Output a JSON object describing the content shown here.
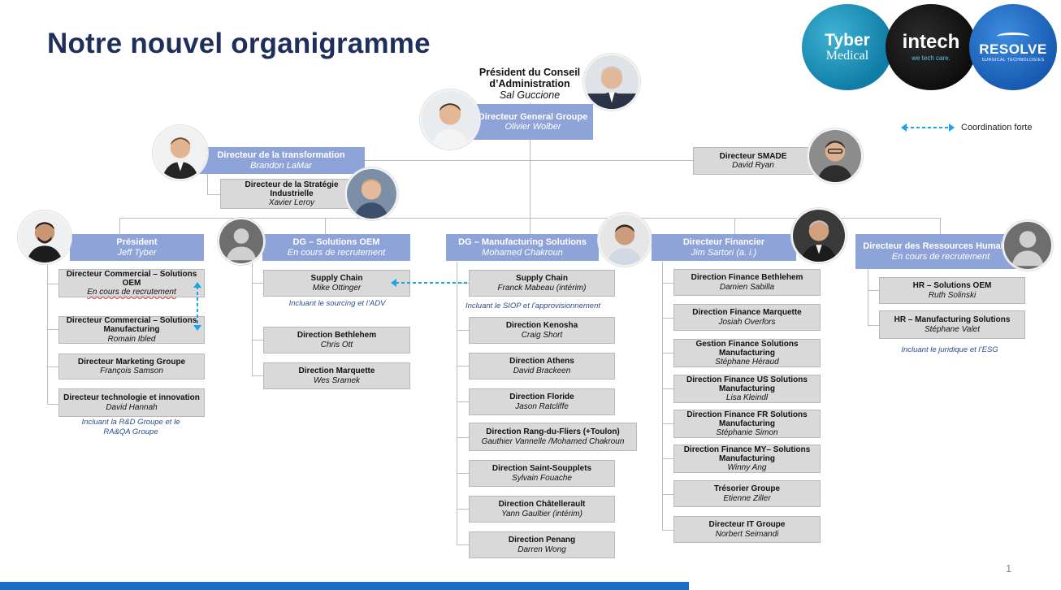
{
  "title": "Notre nouvel organigramme",
  "logos": {
    "tyber": {
      "line1": "Tyber",
      "line2": "Medical",
      "color": "#0f7da6"
    },
    "intech": {
      "main": "intech",
      "tag": "we tech care.",
      "color": "#1c1c1c"
    },
    "resolve": {
      "main": "RESOLVE",
      "tag": "SURGICAL TECHNOLOGIES",
      "color": "#1d5fb3"
    }
  },
  "legend": {
    "label": "Coordination forte"
  },
  "top": {
    "chairman": {
      "role": "Président du Conseil d’Administration",
      "name": "Sal Guccione"
    },
    "ceo": {
      "role": "Directeur General Groupe",
      "name": "Olivier Wolber"
    },
    "transformation": {
      "role": "Directeur de la transformation",
      "name": "Brandon LaMar"
    },
    "strategy": {
      "role": "Directeur de la Stratégie Industrielle",
      "name": "Xavier Leroy"
    },
    "smade": {
      "role": "Directeur SMADE",
      "name": "David Ryan"
    }
  },
  "columns": {
    "president": {
      "head": {
        "role": "Président",
        "name": "Jeff Tyber"
      },
      "items": [
        {
          "role": "Directeur Commercial – Solutions OEM",
          "name": "En cours de recrutement"
        },
        {
          "role": "Directeur Commercial – Solutions Manufacturing",
          "name": "Romain Ibled"
        },
        {
          "role": "Directeur Marketing Groupe",
          "name": "François Samson"
        },
        {
          "role": "Directeur technologie et innovation",
          "name": "David Hannah"
        }
      ],
      "note": "Incluant la  R&D Groupe et le RA&QA Groupe"
    },
    "oem": {
      "head": {
        "role": "DG – Solutions OEM",
        "name": "En cours de recrutement"
      },
      "items": [
        {
          "role": "Supply Chain",
          "name": "Mike Ottinger"
        },
        {
          "role": "Direction Bethlehem",
          "name": "Chris Ott"
        },
        {
          "role": "Direction Marquette",
          "name": "Wes Sramek"
        }
      ],
      "note": "Incluant le sourcing et l’ADV"
    },
    "manufacturing": {
      "head": {
        "role": "DG – Manufacturing Solutions",
        "name": "Mohamed Chakroun"
      },
      "items": [
        {
          "role": "Supply Chain",
          "name": "Franck Mabeau (intérim)"
        },
        {
          "role": "Direction Kenosha",
          "name": "Craig Short"
        },
        {
          "role": "Direction Athens",
          "name": "David Brackeen"
        },
        {
          "role": "Direction Floride",
          "name": "Jason Ratcliffe"
        },
        {
          "role": "Direction Rang-du-Fliers (+Toulon)",
          "name": "Gauthier Vannelle /Mohamed Chakroun"
        },
        {
          "role": "Direction Saint-Soupplets",
          "name": "Sylvain Fouache"
        },
        {
          "role": "Direction Châtellerault",
          "name": "Yann Gaultier (intérim)"
        },
        {
          "role": "Direction Penang",
          "name": "Darren Wong"
        }
      ],
      "note": "Incluant le SIOP et l’approvisionnement"
    },
    "finance": {
      "head": {
        "role": "Directeur Financier",
        "name": "Jim Sartori (a. i.)"
      },
      "items": [
        {
          "role": "Direction Finance Bethlehem",
          "name": "Damien Sabilla"
        },
        {
          "role": "Direction Finance Marquette",
          "name": "Josiah Overfors"
        },
        {
          "role": "Gestion Finance Solutions Manufacturing",
          "name": "Stéphane Héraud"
        },
        {
          "role": "Direction Finance US Solutions Manufacturing",
          "name": "Lisa Kleindl"
        },
        {
          "role": "Direction Finance FR Solutions Manufacturing",
          "name": "Stéphanie Simon"
        },
        {
          "role": "Direction Finance MY– Solutions Manufacturing",
          "name": "Winny Ang"
        },
        {
          "role": "Trésorier Groupe",
          "name": "Etienne Ziller"
        },
        {
          "role": "Directeur IT Groupe",
          "name": "Norbert Seimandi"
        }
      ]
    },
    "hr": {
      "head": {
        "role": "Directeur des Ressources Humaines",
        "name": "En cours de recrutement"
      },
      "items": [
        {
          "role": "HR – Solutions OEM",
          "name": "Ruth Solinski"
        },
        {
          "role": "HR – Manufacturing Solutions",
          "name": "Stéphane Valet"
        }
      ],
      "note": "Incluant le juridique et l’ESG"
    }
  },
  "page_number": "1"
}
